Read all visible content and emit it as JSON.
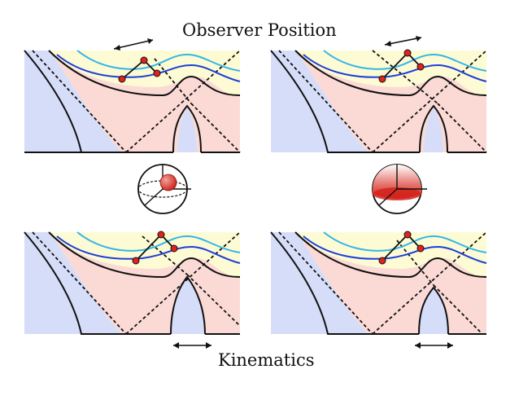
{
  "labels": {
    "top": "Observer Position",
    "bottom": "Kinematics"
  },
  "colors": {
    "yellow_region": "#fdfbd4",
    "pink_region": "#fbdad5",
    "blue_region": "#d6ddf8",
    "curve_light": "#35b6e8",
    "curve_dark": "#1c3fd8",
    "point": "#e0231b",
    "line": "#111111"
  },
  "panels": [
    {
      "id": "top-left",
      "arrow": "top"
    },
    {
      "id": "top-right",
      "arrow": "top"
    },
    {
      "id": "bottom-left",
      "arrow": "bottom"
    },
    {
      "id": "bottom-right",
      "arrow": "bottom"
    }
  ],
  "spheres": [
    {
      "id": "small-red-sphere"
    },
    {
      "id": "large-red-hemisphere"
    }
  ]
}
